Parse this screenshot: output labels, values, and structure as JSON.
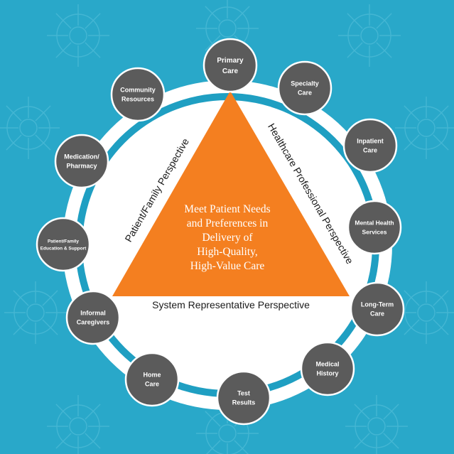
{
  "colors": {
    "background": "#29a8c9",
    "pattern": "#4bbad6",
    "ring_outer": "#ffffff",
    "ring_band": "#1f9fc2",
    "inner_disc": "#ffffff",
    "triangle": "#f47f20",
    "node_fill": "#5b5b5b",
    "node_stroke": "#ffffff",
    "node_text": "#ffffff",
    "center_text": "#ffffff",
    "perspective_text": "#1a1a1a"
  },
  "center_text": [
    "Meet Patient Needs",
    "and Preferences in",
    "Delivery of",
    "High-Quality,",
    "High-Value Care"
  ],
  "perspectives": {
    "left": "Patient/Family Perspective",
    "right": "Healthcare Professional Perspective",
    "bottom": "System Representative Perspective"
  },
  "nodes": [
    {
      "id": "primary-care",
      "lines": [
        "Primary",
        "Care"
      ]
    },
    {
      "id": "specialty-care",
      "lines": [
        "Specialty",
        "Care"
      ]
    },
    {
      "id": "inpatient-care",
      "lines": [
        "Inpatient",
        "Care"
      ]
    },
    {
      "id": "mental-health-services",
      "lines": [
        "Mental Health",
        "Services"
      ]
    },
    {
      "id": "long-term-care",
      "lines": [
        "Long-Term",
        "Care"
      ]
    },
    {
      "id": "medical-history",
      "lines": [
        "Medical",
        "History"
      ]
    },
    {
      "id": "test-results",
      "lines": [
        "Test",
        "Results"
      ]
    },
    {
      "id": "home-care",
      "lines": [
        "Home",
        "Care"
      ]
    },
    {
      "id": "informal-caregivers",
      "lines": [
        "Informal",
        "Caregivers"
      ]
    },
    {
      "id": "patient-family-education-support",
      "lines": [
        "Patient/Family",
        "Education & Support"
      ]
    },
    {
      "id": "medication-pharmacy",
      "lines": [
        "Medication/",
        "Pharmacy"
      ]
    },
    {
      "id": "community-resources",
      "lines": [
        "Community",
        "Resources"
      ]
    }
  ]
}
